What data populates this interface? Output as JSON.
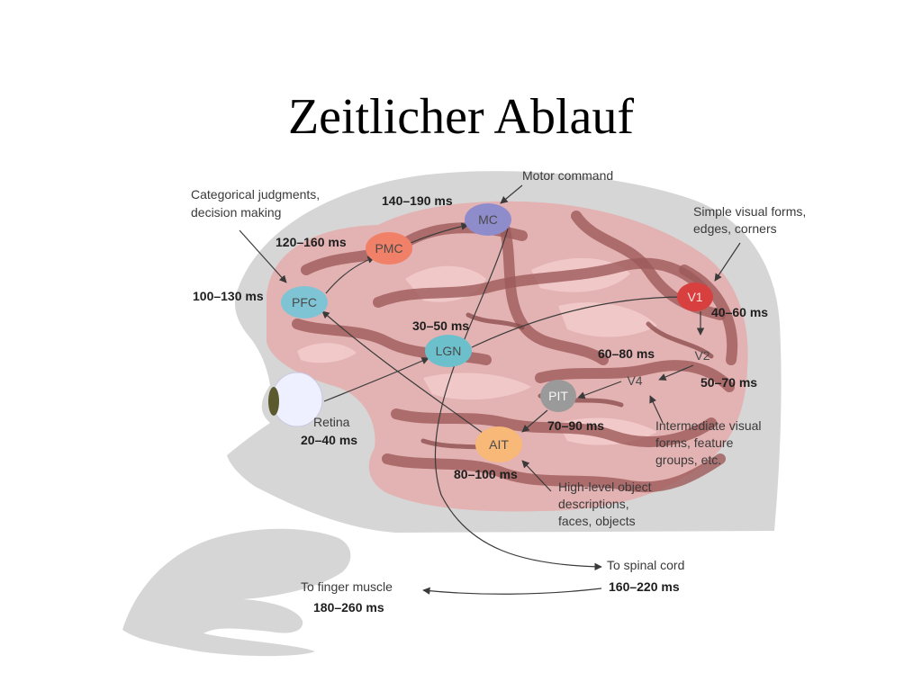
{
  "title": "Zeitlicher Ablauf",
  "labels": {
    "motor_command": "Motor command",
    "categorical_1": "Categorical judgments,",
    "categorical_2": "decision making",
    "simple_1": "Simple visual forms,",
    "simple_2": "edges, corners",
    "intermediate_1": "Intermediate visual",
    "intermediate_2": "forms, feature",
    "intermediate_3": "groups, etc.",
    "highlevel_1": "High-level object",
    "highlevel_2": "descriptions,",
    "highlevel_3": "faces, objects",
    "retina": "Retina",
    "spinal": "To spinal cord",
    "finger": "To finger muscle"
  },
  "regions": {
    "mc": "MC",
    "pmc": "PMC",
    "pfc": "PFC",
    "lgn": "LGN",
    "v1": "V1",
    "v2": "V2",
    "v4": "V4",
    "pit": "PIT",
    "ait": "AIT"
  },
  "timings": {
    "mc": "140–190 ms",
    "pmc": "120–160 ms",
    "pfc": "100–130 ms",
    "lgn": "30–50 ms",
    "v1": "40–60 ms",
    "v2": "50–70 ms",
    "v4": "60–80 ms",
    "pit": "70–90 ms",
    "ait": "80–100 ms",
    "retina": "20–40 ms",
    "spinal": "160–220 ms",
    "finger": "180–260 ms"
  },
  "colors": {
    "head": "#d6d6d6",
    "brain": "#e3b2b2",
    "brain_light": "#f2caca",
    "mc": "#8f8ccc",
    "pmc": "#f08068",
    "pfc": "#7fc4d4",
    "lgn": "#6cc0cc",
    "v1": "#d84040",
    "pit": "#9a9a9a",
    "ait": "#f8b878"
  }
}
